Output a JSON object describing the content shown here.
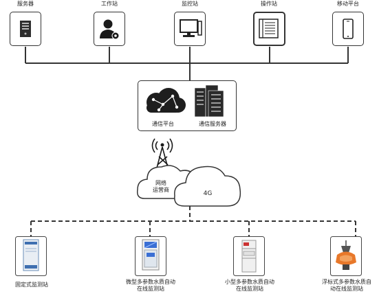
{
  "top_nodes": [
    {
      "label": "服务器",
      "icon": "server-icon"
    },
    {
      "label": "工作站",
      "icon": "workstation-user-icon"
    },
    {
      "label": "监控站",
      "icon": "monitor-pc-icon"
    },
    {
      "label": "操作站",
      "icon": "operation-panel-icon"
    },
    {
      "label": "移动平台",
      "icon": "mobile-phone-icon"
    }
  ],
  "center": {
    "comm_platform": "通信平台",
    "comm_server": "通信服务器"
  },
  "network": {
    "operator": [
      "网络",
      "运营商"
    ],
    "label_4g": "4G"
  },
  "stations": [
    {
      "lines": [
        "固定式监测站"
      ],
      "icon": "fixed-cabinet-icon"
    },
    {
      "lines": [
        "微型多参数水质自动",
        "在线监测站"
      ],
      "icon": "micro-station-icon"
    },
    {
      "lines": [
        "小型多参数水质自动",
        "在线监测站"
      ],
      "icon": "small-station-icon"
    },
    {
      "lines": [
        "浮标式多参数水质自",
        "动在线监测站"
      ],
      "icon": "buoy-icon"
    }
  ]
}
